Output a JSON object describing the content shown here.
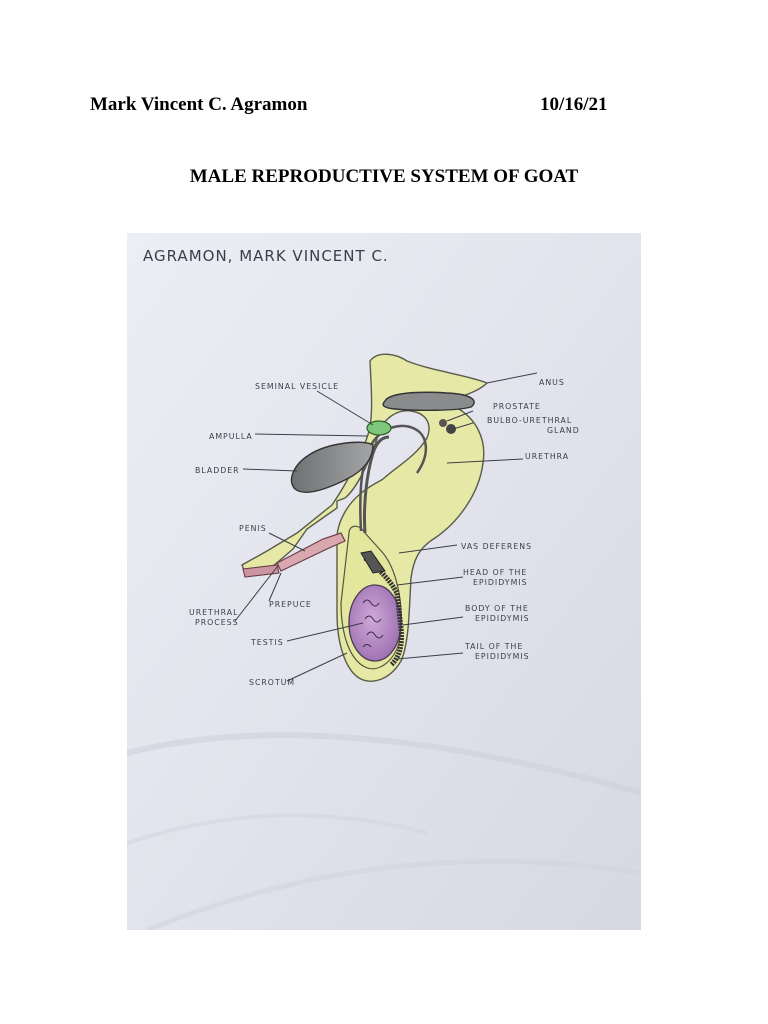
{
  "header": {
    "name": "Mark Vincent C. Agramon",
    "date": "10/16/21"
  },
  "title": "MALE REPRODUCTIVE SYSTEM OF GOAT",
  "photo": {
    "handwritten_name": "AGRAMON, MARK VINCENT C.",
    "labels": {
      "seminal_vesicle": "SEMINAL VESICLE",
      "ampulla": "AMPULLA",
      "bladder": "BLADDER",
      "penis": "PENIS",
      "urethral_process_1": "URETHRAL",
      "urethral_process_2": "PROCESS",
      "prepuce": "PREPUCE",
      "testis": "TESTIS",
      "scrotum": "SCROTUM",
      "anus": "ANUS",
      "prostate": "PROSTATE",
      "bulbo_urethral_1": "BULBO-URETHRAL",
      "bulbo_urethral_2": "GLAND",
      "urethra": "URETHRA",
      "vas_deferens": "VAS DEFERENS",
      "head_epididymis_1": "HEAD OF THE",
      "head_epididymis_2": "EPIDIDYMIS",
      "body_epididymis_1": "BODY OF THE",
      "body_epididymis_2": "EPIDIDYMIS",
      "tail_epididymis_1": "TAIL OF THE",
      "tail_epididymis_2": "EPIDIDYMIS"
    },
    "colors": {
      "paper": "#e4e5ee",
      "yellow_outline": "#e6e9a6",
      "gray_organs": "#8a8b8d",
      "testis_purple": "#b993c7",
      "seminal_green": "#7fc77a",
      "penis_pink": "#d9a7b0",
      "ink": "#3b3d48"
    }
  }
}
